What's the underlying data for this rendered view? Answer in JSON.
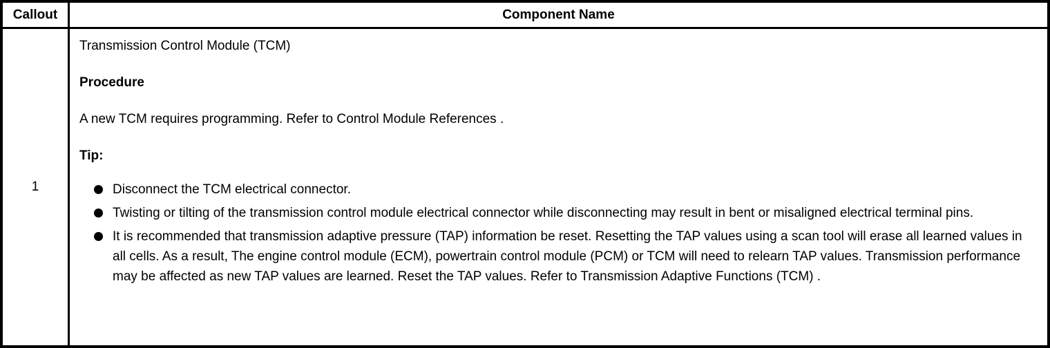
{
  "table": {
    "header": {
      "callout_label": "Callout",
      "component_name_label": "Component Name"
    },
    "row": {
      "callout": "1",
      "component_title": "Transmission Control Module (TCM)",
      "procedure_label": "Procedure",
      "procedure_text": "A new TCM requires programming. Refer to Control Module References .",
      "tip_label": "Tip:",
      "tip_bullets": [
        "Disconnect the TCM electrical connector.",
        "Twisting or tilting of the transmission control module electrical connector while disconnecting may result in bent or misaligned electrical terminal pins.",
        "It is recommended that transmission adaptive pressure (TAP) information be reset. Resetting the TAP values using a scan tool will erase all learned values in all cells. As a result, The engine control module (ECM), powertrain control module (PCM) or TCM will need to relearn TAP values. Transmission performance may be affected as new TAP values are learned. Reset the TAP values. Refer to Transmission Adaptive Functions (TCM) ."
      ]
    }
  },
  "colors": {
    "border": "#000000",
    "background": "#ffffff",
    "text": "#000000"
  }
}
